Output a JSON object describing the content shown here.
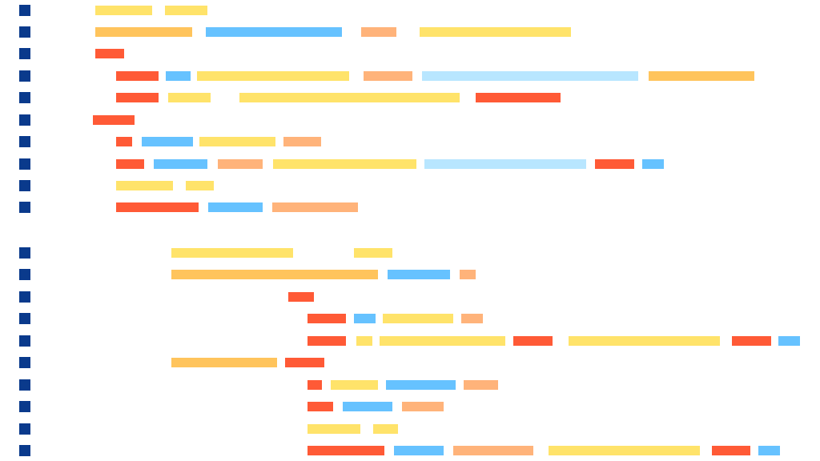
{
  "colors": {
    "marker": "#0A3A8C",
    "yellow": "#FFE36A",
    "gold": "#FFC45C",
    "orange": "#FFB37A",
    "red": "#FF5A36",
    "blue": "#66C2FF",
    "lightblue": "#B8E6FF"
  },
  "rows": [
    {
      "segments": [
        {
          "start": 119,
          "end": 190,
          "color": "yellow"
        },
        {
          "start": 206,
          "end": 259,
          "color": "yellow"
        }
      ]
    },
    {
      "segments": [
        {
          "start": 119,
          "end": 240,
          "color": "gold"
        },
        {
          "start": 257,
          "end": 427,
          "color": "blue"
        },
        {
          "start": 451,
          "end": 495,
          "color": "orange"
        },
        {
          "start": 524,
          "end": 713,
          "color": "yellow"
        }
      ]
    },
    {
      "segments": [
        {
          "start": 119,
          "end": 155,
          "color": "red"
        }
      ]
    },
    {
      "segments": [
        {
          "start": 145,
          "end": 198,
          "color": "red"
        },
        {
          "start": 207,
          "end": 238,
          "color": "blue"
        },
        {
          "start": 246,
          "end": 436,
          "color": "yellow"
        },
        {
          "start": 454,
          "end": 515,
          "color": "orange"
        },
        {
          "start": 527,
          "end": 797,
          "color": "lightblue"
        },
        {
          "start": 810,
          "end": 942,
          "color": "gold"
        }
      ]
    },
    {
      "segments": [
        {
          "start": 145,
          "end": 198,
          "color": "red"
        },
        {
          "start": 210,
          "end": 263,
          "color": "yellow"
        },
        {
          "start": 299,
          "end": 574,
          "color": "yellow"
        },
        {
          "start": 594,
          "end": 700,
          "color": "red"
        }
      ]
    },
    {
      "segments": [
        {
          "start": 116,
          "end": 168,
          "color": "red"
        }
      ]
    },
    {
      "segments": [
        {
          "start": 145,
          "end": 165,
          "color": "red"
        },
        {
          "start": 177,
          "end": 241,
          "color": "blue"
        },
        {
          "start": 249,
          "end": 344,
          "color": "yellow"
        },
        {
          "start": 354,
          "end": 401,
          "color": "orange"
        }
      ]
    },
    {
      "segments": [
        {
          "start": 145,
          "end": 180,
          "color": "red"
        },
        {
          "start": 192,
          "end": 259,
          "color": "blue"
        },
        {
          "start": 272,
          "end": 328,
          "color": "orange"
        },
        {
          "start": 341,
          "end": 520,
          "color": "yellow"
        },
        {
          "start": 530,
          "end": 732,
          "color": "lightblue"
        },
        {
          "start": 743,
          "end": 792,
          "color": "red"
        },
        {
          "start": 802,
          "end": 829,
          "color": "blue"
        }
      ]
    },
    {
      "segments": [
        {
          "start": 145,
          "end": 216,
          "color": "yellow"
        },
        {
          "start": 232,
          "end": 267,
          "color": "yellow"
        }
      ]
    },
    {
      "segments": [
        {
          "start": 145,
          "end": 248,
          "color": "red"
        },
        {
          "start": 260,
          "end": 328,
          "color": "blue"
        },
        {
          "start": 340,
          "end": 447,
          "color": "orange"
        }
      ]
    },
    {
      "segments": [
        {
          "start": 214,
          "end": 366,
          "color": "yellow"
        },
        {
          "start": 442,
          "end": 490,
          "color": "yellow"
        }
      ]
    },
    {
      "segments": [
        {
          "start": 214,
          "end": 472,
          "color": "gold"
        },
        {
          "start": 484,
          "end": 562,
          "color": "blue"
        },
        {
          "start": 574,
          "end": 594,
          "color": "orange"
        }
      ]
    },
    {
      "segments": [
        {
          "start": 360,
          "end": 392,
          "color": "red"
        }
      ]
    },
    {
      "segments": [
        {
          "start": 384,
          "end": 432,
          "color": "red"
        },
        {
          "start": 442,
          "end": 469,
          "color": "blue"
        },
        {
          "start": 478,
          "end": 566,
          "color": "yellow"
        },
        {
          "start": 576,
          "end": 603,
          "color": "orange"
        }
      ]
    },
    {
      "segments": [
        {
          "start": 384,
          "end": 432,
          "color": "red"
        },
        {
          "start": 445,
          "end": 465,
          "color": "yellow"
        },
        {
          "start": 474,
          "end": 631,
          "color": "yellow"
        },
        {
          "start": 641,
          "end": 690,
          "color": "red"
        },
        {
          "start": 710,
          "end": 899,
          "color": "yellow"
        },
        {
          "start": 914,
          "end": 963,
          "color": "red"
        },
        {
          "start": 972,
          "end": 999,
          "color": "blue"
        }
      ]
    },
    {
      "segments": [
        {
          "start": 214,
          "end": 346,
          "color": "gold"
        },
        {
          "start": 356,
          "end": 405,
          "color": "red"
        }
      ]
    },
    {
      "segments": [
        {
          "start": 384,
          "end": 402,
          "color": "red"
        },
        {
          "start": 413,
          "end": 472,
          "color": "yellow"
        },
        {
          "start": 482,
          "end": 569,
          "color": "blue"
        },
        {
          "start": 579,
          "end": 622,
          "color": "orange"
        }
      ]
    },
    {
      "segments": [
        {
          "start": 384,
          "end": 416,
          "color": "red"
        },
        {
          "start": 428,
          "end": 490,
          "color": "blue"
        },
        {
          "start": 502,
          "end": 554,
          "color": "orange"
        }
      ]
    },
    {
      "segments": [
        {
          "start": 384,
          "end": 450,
          "color": "yellow"
        },
        {
          "start": 466,
          "end": 497,
          "color": "yellow"
        }
      ]
    },
    {
      "segments": [
        {
          "start": 384,
          "end": 480,
          "color": "red"
        },
        {
          "start": 492,
          "end": 554,
          "color": "blue"
        },
        {
          "start": 566,
          "end": 666,
          "color": "orange"
        },
        {
          "start": 685,
          "end": 874,
          "color": "yellow"
        },
        {
          "start": 889,
          "end": 937,
          "color": "red"
        },
        {
          "start": 947,
          "end": 974,
          "color": "blue"
        }
      ]
    }
  ]
}
